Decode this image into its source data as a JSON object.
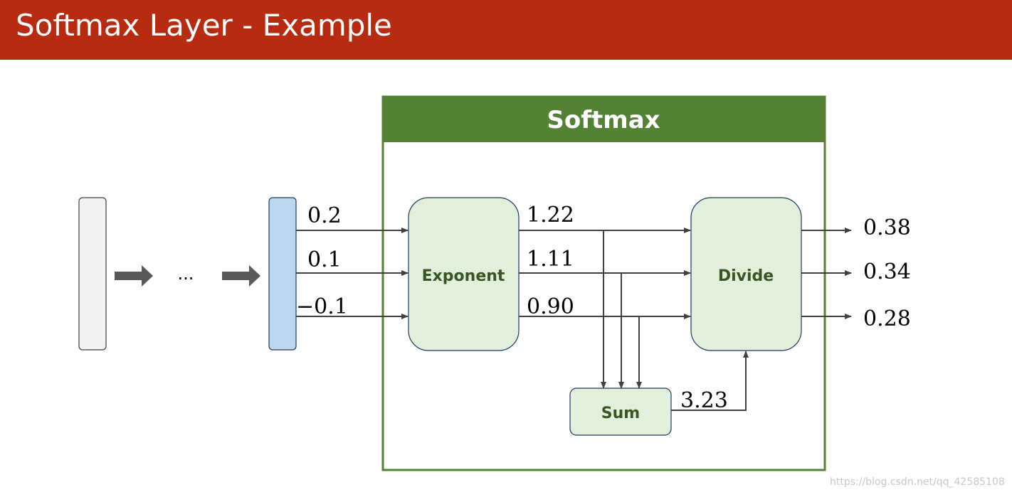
{
  "slide": {
    "title": "Softmax Layer - Example",
    "watermark": "https://blog.csdn.net/qq_42585108"
  },
  "diagram": {
    "softmax_title": "Softmax",
    "ellipsis": "...",
    "inputs": [
      "0.2",
      "0.1",
      "−0.1"
    ],
    "exponent_label": "Exponent",
    "exp_values": [
      "1.22",
      "1.11",
      "0.90"
    ],
    "divide_label": "Divide",
    "sum_label": "Sum",
    "sum_value": "3.23",
    "outputs": [
      "0.38",
      "0.34",
      "0.28"
    ]
  },
  "colors": {
    "header_bg": "#b72b10",
    "softmax_green": "#548235",
    "node_fill": "#e2efda",
    "node_text": "#375623",
    "node_stroke": "#1f3864",
    "layer_blue": "#bdd7ee",
    "layer_gray": "#f2f2f2",
    "arrow_gray": "#595959"
  }
}
